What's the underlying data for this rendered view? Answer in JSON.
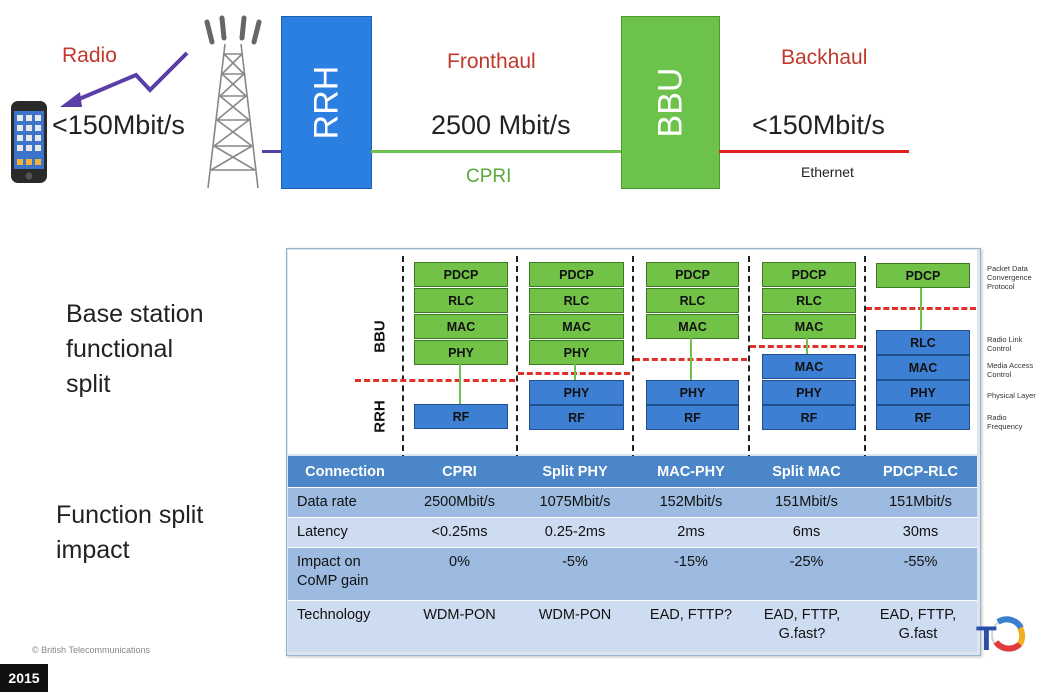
{
  "top": {
    "radio_label": "Radio",
    "phone_rate": "<150Mbit/s",
    "rrh_label": "RRH",
    "fronthaul_label": "Fronthaul",
    "fronthaul_rate": "2500 Mbit/s",
    "cpri_label": "CPRI",
    "bbu_label": "BBU",
    "backhaul_label": "Backhaul",
    "backhaul_rate": "<150Mbit/s",
    "ethernet_label": "Ethernet"
  },
  "left": {
    "split_title": "Base station functional split",
    "split_title_lines": [
      "Base station",
      "functional",
      "split"
    ],
    "impact_title_lines": [
      "Function split",
      "impact"
    ]
  },
  "diagram": {
    "bbu_axis": "BBU",
    "rrh_axis": "RRH",
    "layer_names": {
      "pdcp": "PDCP",
      "rlc": "RLC",
      "mac": "MAC",
      "phy": "PHY",
      "rf": "RF"
    },
    "notes": {
      "pdcp": [
        "Packet Data",
        "Convergence",
        "Protocol"
      ],
      "rlc": [
        "Radio Link",
        "Control"
      ],
      "mac": [
        "Media Access",
        "Control"
      ],
      "phy": [
        "Physical Layer"
      ],
      "rf": [
        "Radio",
        "Frequency"
      ]
    }
  },
  "table": {
    "header_label": "Connection",
    "columns": [
      "CPRI",
      "Split PHY",
      "MAC-PHY",
      "Split MAC",
      "PDCP-RLC"
    ],
    "rows": [
      {
        "label": "Data rate",
        "values": [
          "2500Mbit/s",
          "1075Mbit/s",
          "152Mbit/s",
          "151Mbit/s",
          "151Mbit/s"
        ]
      },
      {
        "label": "Latency",
        "values": [
          "<0.25ms",
          "0.25-2ms",
          "2ms",
          "6ms",
          "30ms"
        ]
      },
      {
        "label": "Impact on CoMP gain",
        "values": [
          "0%",
          "-5%",
          "-15%",
          "-25%",
          "-55%"
        ]
      },
      {
        "label": "Technology",
        "values": [
          "WDM-PON",
          "WDM-PON",
          "EAD, FTTP?",
          "EAD, FTTP, G.fast?",
          "EAD, FTTP, G.fast"
        ]
      }
    ]
  },
  "footer": {
    "copyright": "© British Telecommunications",
    "year": "2015"
  },
  "colors": {
    "rrh_blue": "#2b7fe0",
    "bbu_green": "#6cc24a",
    "label_red": "#c0392b",
    "table_header": "#4a86c8",
    "row_dark": "#9dbbe0",
    "row_light": "#cddcf0",
    "fronthaul_line": "#6cc24a",
    "backhaul_line": "#e02020",
    "radio_arrow": "#5b3fa8"
  }
}
